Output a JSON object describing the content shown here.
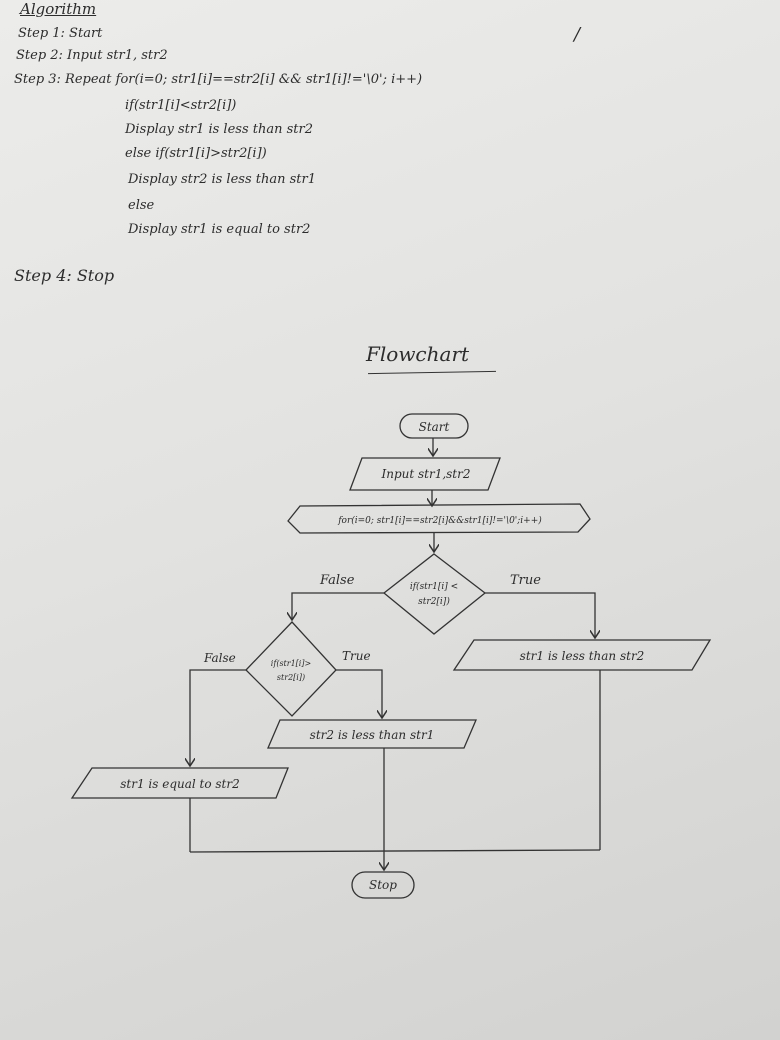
{
  "algorithm": {
    "title": "Algorithm",
    "step1": "Step 1: Start",
    "step2": "Step 2: Input str1, str2",
    "step3": "Step 3: Repeat for(i=0; str1[i]==str2[i] && str1[i]!='\\0'; i++)",
    "line_if": "if(str1[i]<str2[i])",
    "line_display1": "Display str1 is less than str2",
    "line_elseif": "else if(str1[i]>str2[i])",
    "line_display2": "Display str2 is less than str1",
    "line_else": "else",
    "line_display3": "Display str1 is equal to str2",
    "step4": "Step 4: Stop",
    "mark": "/"
  },
  "flowchart": {
    "title": "Flowchart",
    "start": "Start",
    "input": "Input str1,str2",
    "loop": "for(i=0; str1[i]==str2[i]&&str1[i]!='\\0';i++)",
    "cond1": [
      "if(str1[i] <",
      "str2[i])"
    ],
    "cond2": [
      "if(str1[i]>",
      "str2[i])"
    ],
    "out1": "str1 is less than str2",
    "out2": "str2 is less than str1",
    "out3": "str1 is equal to str2",
    "stop": "Stop",
    "true_label": "True",
    "false_label": "False"
  }
}
